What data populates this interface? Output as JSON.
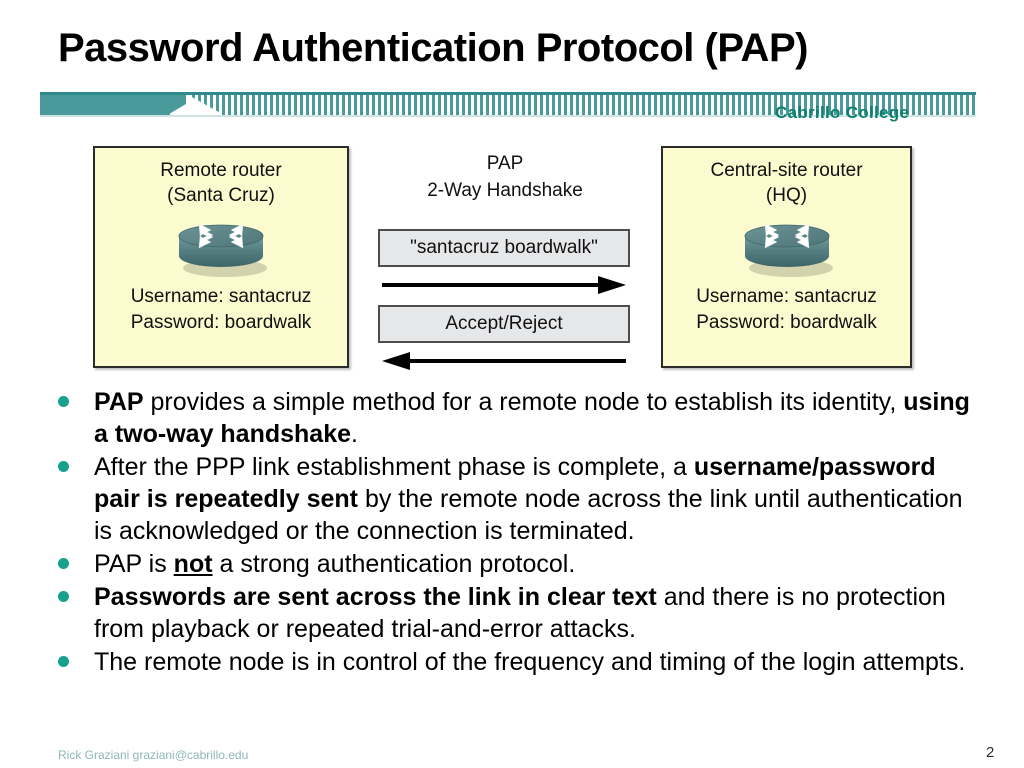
{
  "slide": {
    "title": "Password Authentication Protocol (PAP)",
    "institution": "Cabrillo College",
    "page_number": "2",
    "footer_credit": "Rick Graziani  graziani@cabrillo.edu"
  },
  "colors": {
    "accent_teal": "#4a9a9c",
    "institution_green": "#0e7f6e",
    "bullet_teal": "#16a08d",
    "router_box_fill": "#fbfbcf",
    "message_box_fill": "#e6e7e9",
    "router_icon": "#4e7e80"
  },
  "diagram": {
    "left_box": {
      "title_line1": "Remote router",
      "title_line2": "(Santa Cruz)",
      "username": "Username: santacruz",
      "password": "Password: boardwalk",
      "icon": "router-icon"
    },
    "right_box": {
      "title_line1": "Central-site router",
      "title_line2": "(HQ)",
      "username": "Username: santacruz",
      "password": "Password: boardwalk",
      "icon": "router-icon"
    },
    "center": {
      "heading_line1": "PAP",
      "heading_line2": "2-Way Handshake",
      "message_request": "\"santacruz boardwalk\"",
      "message_reply": "Accept/Reject",
      "arrow_request_direction": "right",
      "arrow_reply_direction": "left"
    }
  },
  "bullets": [
    {
      "html": "<b>PAP</b> provides a simple method for a remote node to establish its identity, <b>using a two-way handshake</b>."
    },
    {
      "html": "After the PPP link establishment phase is complete, a <b>username/password pair is repeatedly sent</b> by the remote node across the link until authentication is acknowledged or the connection is terminated."
    },
    {
      "html": "PAP is <b><u>not</u></b> a strong authentication protocol."
    },
    {
      "html": "<b>Passwords are sent across the link in clear text</b> and there is no protection from playback or repeated trial-and-error attacks."
    },
    {
      "html": "The remote node is in control of the frequency and timing of the login attempts."
    }
  ]
}
